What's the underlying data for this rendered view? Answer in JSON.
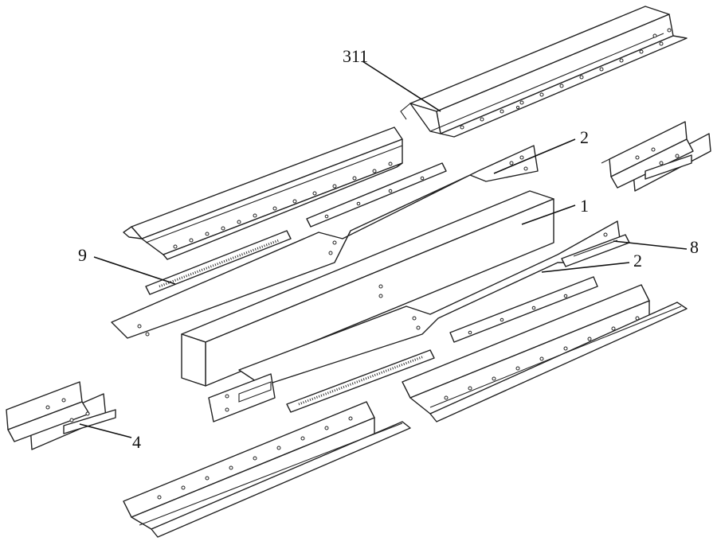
{
  "labels": {
    "l311": "311",
    "l2a": "2",
    "l1": "1",
    "l8": "8",
    "l2b": "2",
    "l9": "9",
    "l4": "4"
  }
}
